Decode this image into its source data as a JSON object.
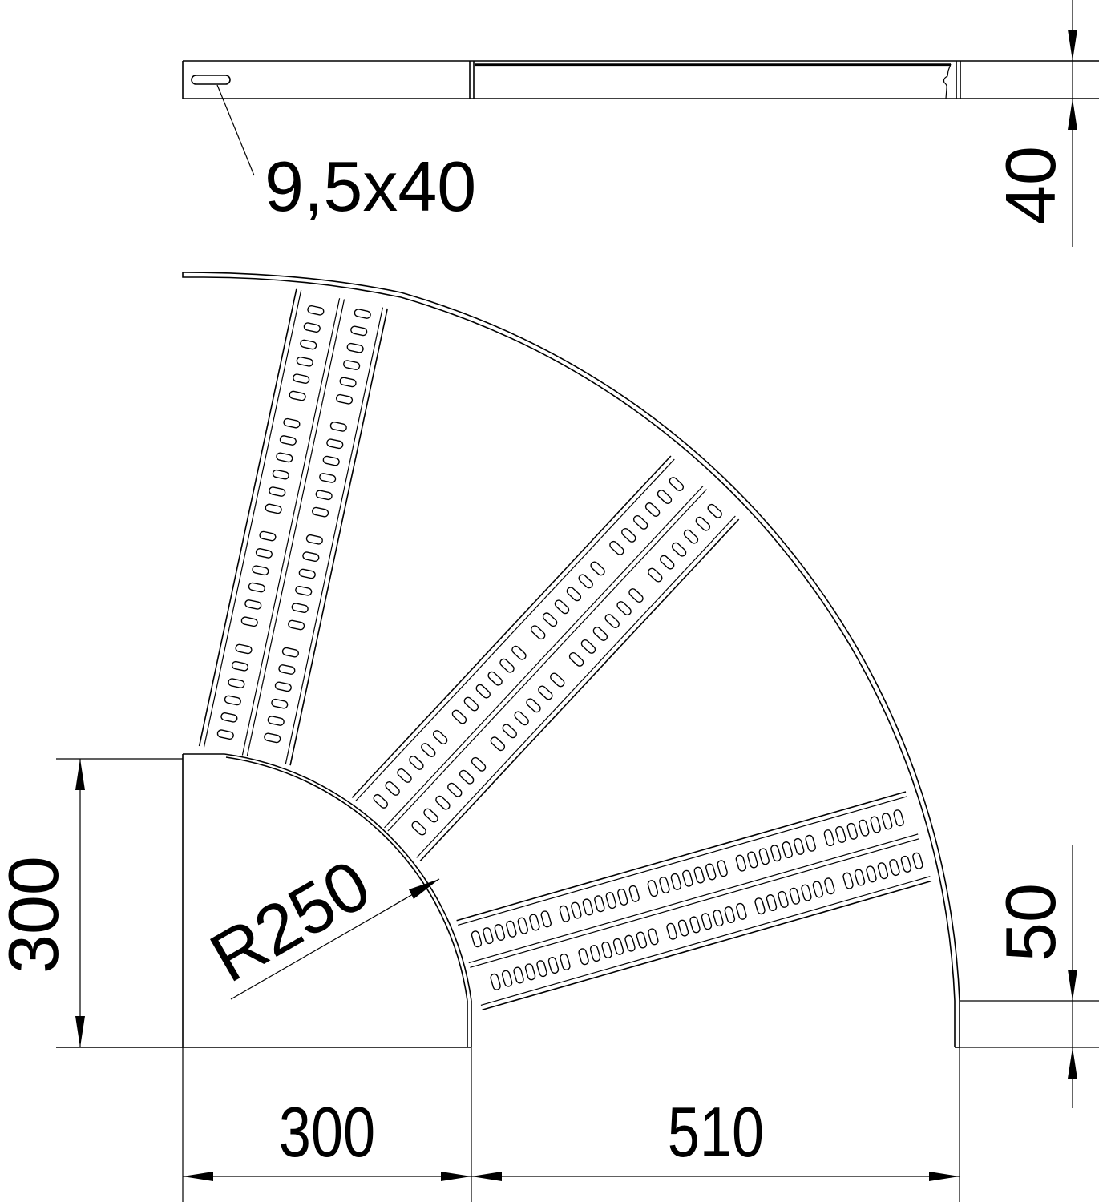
{
  "drawing": {
    "subject": "cable ladder 90 degree bend",
    "line_color": "#000000",
    "background_color": "#ffffff"
  },
  "side_view": {
    "slot_label": "9,5x40",
    "height_dimension": "40"
  },
  "top_view": {
    "radius_label": "R250",
    "left_height_dimension": "300",
    "bottom_left_width_dimension": "300",
    "bottom_right_width_dimension": "510",
    "right_side_dimension": "50",
    "rungs": [
      {
        "name": "rung-upper",
        "angle_deg": 78,
        "slot_groups": [
          6,
          6,
          6,
          6
        ]
      },
      {
        "name": "rung-middle",
        "angle_deg": 47,
        "slot_groups": [
          6,
          6,
          6,
          6
        ]
      },
      {
        "name": "rung-lower",
        "angle_deg": 16,
        "slot_groups": [
          7,
          7,
          7,
          7,
          7
        ]
      }
    ]
  }
}
